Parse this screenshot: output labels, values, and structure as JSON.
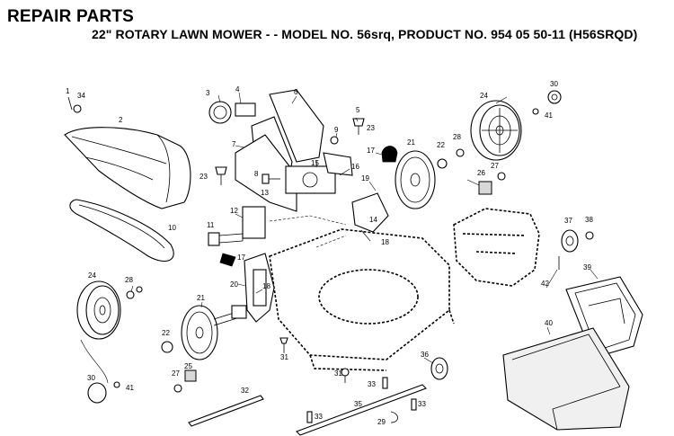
{
  "header": {
    "title": "REPAIR PARTS",
    "subtitle": "22\" ROTARY LAWN MOWER - - MODEL NO. 56srq, PRODUCT NO. 954 05 50-11 (H56SRQD)"
  },
  "callouts": {
    "c1": "1",
    "c34": "34",
    "c2": "2",
    "c3": "3",
    "c4": "4",
    "c6": "6",
    "c5": "5",
    "c9": "9",
    "c23a": "23",
    "c7": "7",
    "c8": "8",
    "c23b": "23",
    "c13": "13",
    "c12": "12",
    "c15": "15",
    "c16": "16",
    "c17a": "17",
    "c21a": "21",
    "c22a": "22",
    "c28a": "28",
    "c24a": "24",
    "c30a": "30",
    "c41a": "41",
    "c26": "26",
    "c27a": "27",
    "c19": "19",
    "c14": "14",
    "c18a": "18",
    "c10": "10",
    "c11": "11",
    "c17b": "17",
    "c37": "37",
    "c38": "38",
    "c39": "39",
    "c42": "42",
    "c40": "40",
    "c24b": "24",
    "c28b": "28",
    "c20": "20",
    "c18b": "18",
    "c21b": "21",
    "c22b": "22",
    "c25": "25",
    "c27b": "27",
    "c30b": "30",
    "c41b": "41",
    "c31a": "31",
    "c31b": "31",
    "c36": "36",
    "c33a": "33",
    "c33b": "33",
    "c33c": "33",
    "c32": "32",
    "c35": "35",
    "c29": "29"
  }
}
